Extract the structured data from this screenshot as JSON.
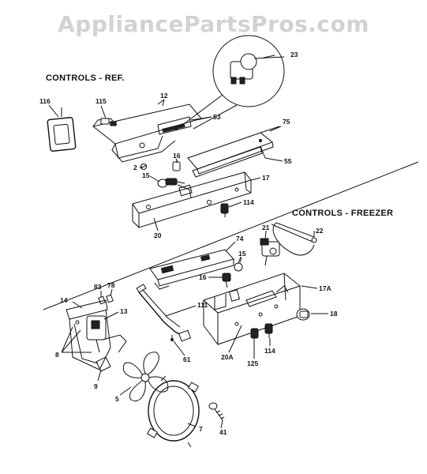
{
  "watermark": "AppliancePartsPros.com",
  "sections": {
    "ref": "CONTROLS - REF.",
    "freezer": "CONTROLS - FREEZER"
  },
  "labels": {
    "p116": "116",
    "p115": "115",
    "p12": "12",
    "p53": "53",
    "p23": "23",
    "p75": "75",
    "p55": "55",
    "p2": "2",
    "p16a": "16",
    "p15a": "15",
    "p17": "17",
    "p114a": "114",
    "p20": "20",
    "p22": "22",
    "p21": "21",
    "p74": "74",
    "p15b": "15",
    "p16b": "16",
    "p17a": "17A",
    "p83": "83",
    "p78": "78",
    "p14": "14",
    "p13": "13",
    "p111": "111",
    "p18": "18",
    "p8": "8",
    "p61": "61",
    "p20a": "20A",
    "p114b": "114",
    "p125": "125",
    "p9": "9",
    "p5": "5",
    "p41": "41",
    "p7": "7"
  }
}
